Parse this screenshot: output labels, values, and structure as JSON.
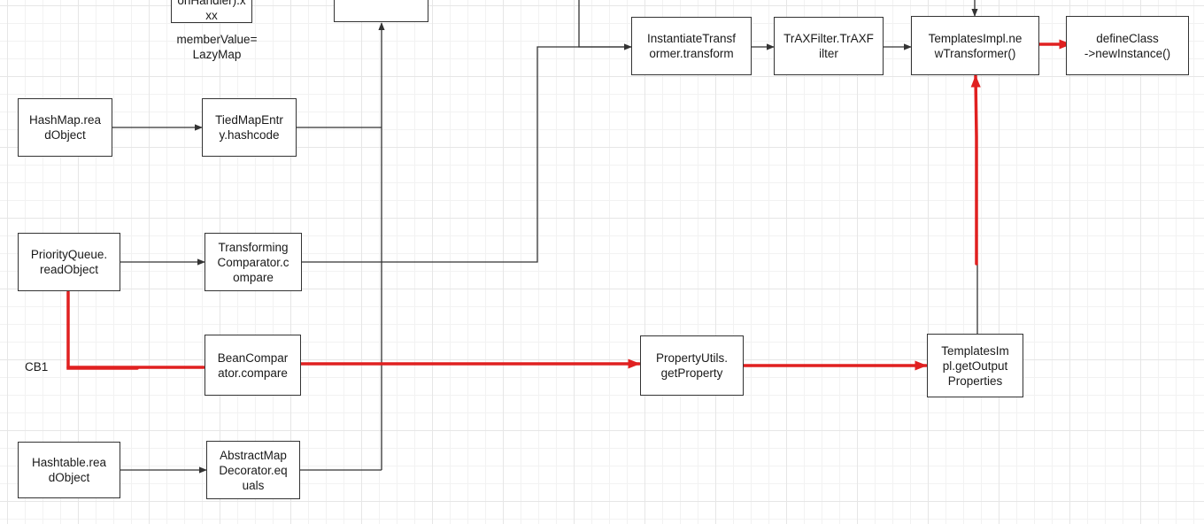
{
  "diagram": {
    "colors": {
      "normal_edge": "#333333",
      "highlight_edge": "#e02020",
      "node_border": "#333333"
    },
    "nodes": {
      "invocation_handler_partial": "onHandler).x\nxx",
      "hashmap_readobject": "HashMap.rea\ndObject",
      "tiedmapentry_hashcode": "TiedMapEntr\ny.hashcode",
      "priorityqueue_readobject": "PriorityQueue.\nreadObject",
      "transforming_comparator": "Transforming\nComparator.c\nompare",
      "bean_comparator": "BeanCompar\nator.compare",
      "hashtable_readobject": "Hashtable.rea\ndObject",
      "abstractmapdecorator_equals": "AbstractMap\nDecorator.eq\nuals",
      "instantiate_transformer": "InstantiateTransf\normer.transform",
      "traxfilter": "TrAXFilter.TrAXF\nilter",
      "templatesimpl_newtransformer": "TemplatesImpl.ne\nwTransformer()",
      "define_class": "defineClass\n->newInstance()",
      "property_utils": "PropertyUtils.\ngetProperty",
      "templatesimpl_getoutputproperties": "TemplatesIm\npl.getOutput\nProperties"
    },
    "labels": {
      "member_value": "memberValue=\nLazyMap",
      "cb1": "CB1"
    }
  }
}
